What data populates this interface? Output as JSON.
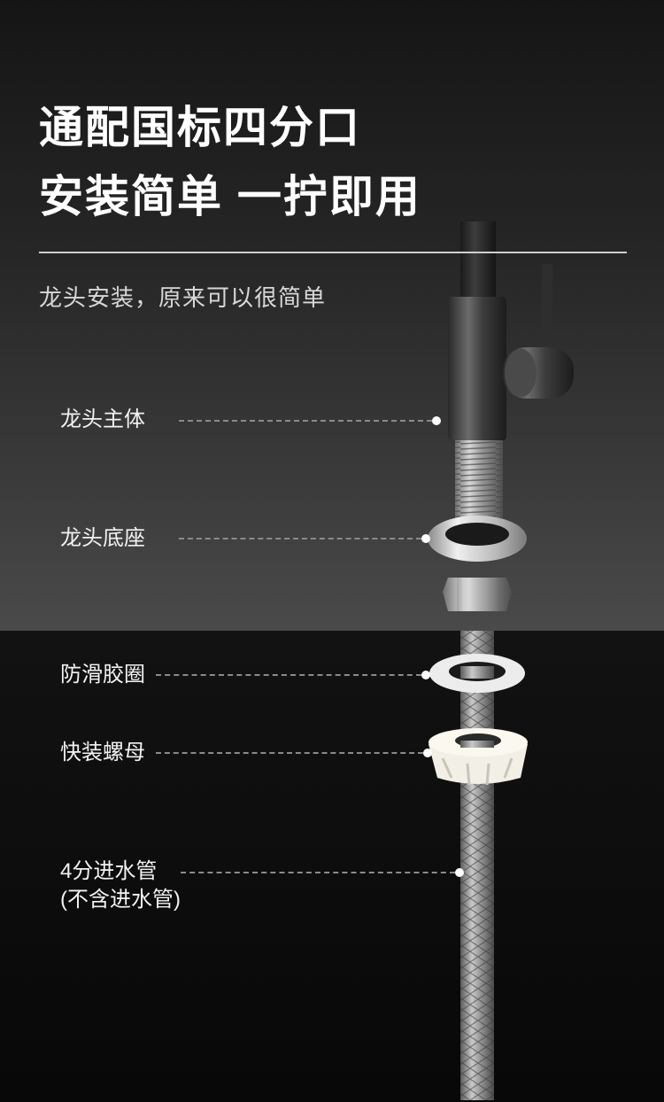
{
  "headline": {
    "line1": "通配国标四分口",
    "line2": "安装简单 一拧即用"
  },
  "subtitle": "龙头安装，原来可以很简单",
  "parts": [
    {
      "label": "龙头主体"
    },
    {
      "label": "龙头底座"
    },
    {
      "label": "防滑胶圈"
    },
    {
      "label": "快装螺母"
    },
    {
      "label": "4分进水管",
      "note": "(不含进水管)"
    }
  ]
}
